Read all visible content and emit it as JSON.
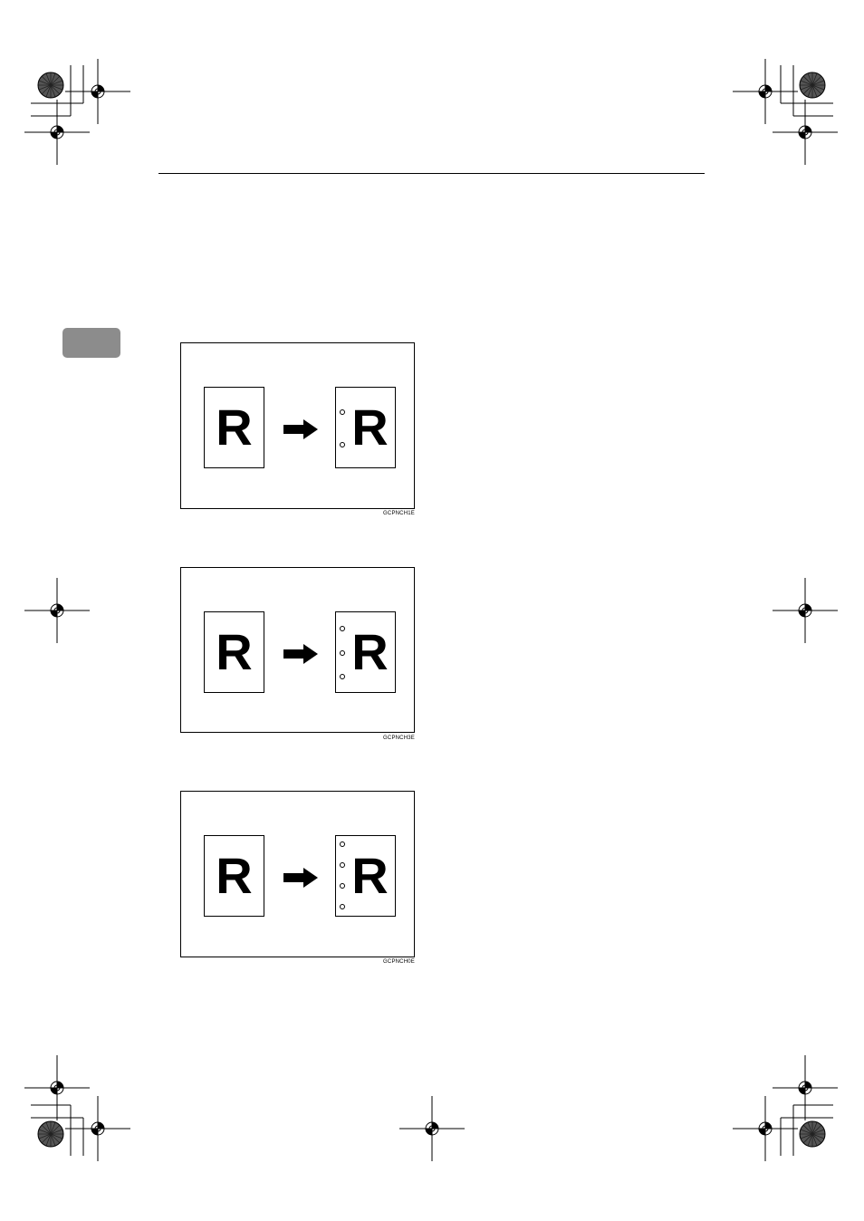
{
  "colors": {
    "chapter_tab": "#8c8c8c",
    "ink": "#000000"
  },
  "figures": [
    {
      "source_letter": "R",
      "result_letter": "R",
      "holes": 2,
      "code": "GCPNCH1E"
    },
    {
      "source_letter": "R",
      "result_letter": "R",
      "holes": 3,
      "code": "GCPNCH3E"
    },
    {
      "source_letter": "R",
      "result_letter": "R",
      "holes": 4,
      "code": "GCPNCH0E"
    }
  ],
  "icons": {
    "arrow": "right-arrow-icon",
    "registration": "registration-mark-icon",
    "color_bar": "color-wheel-icon"
  }
}
